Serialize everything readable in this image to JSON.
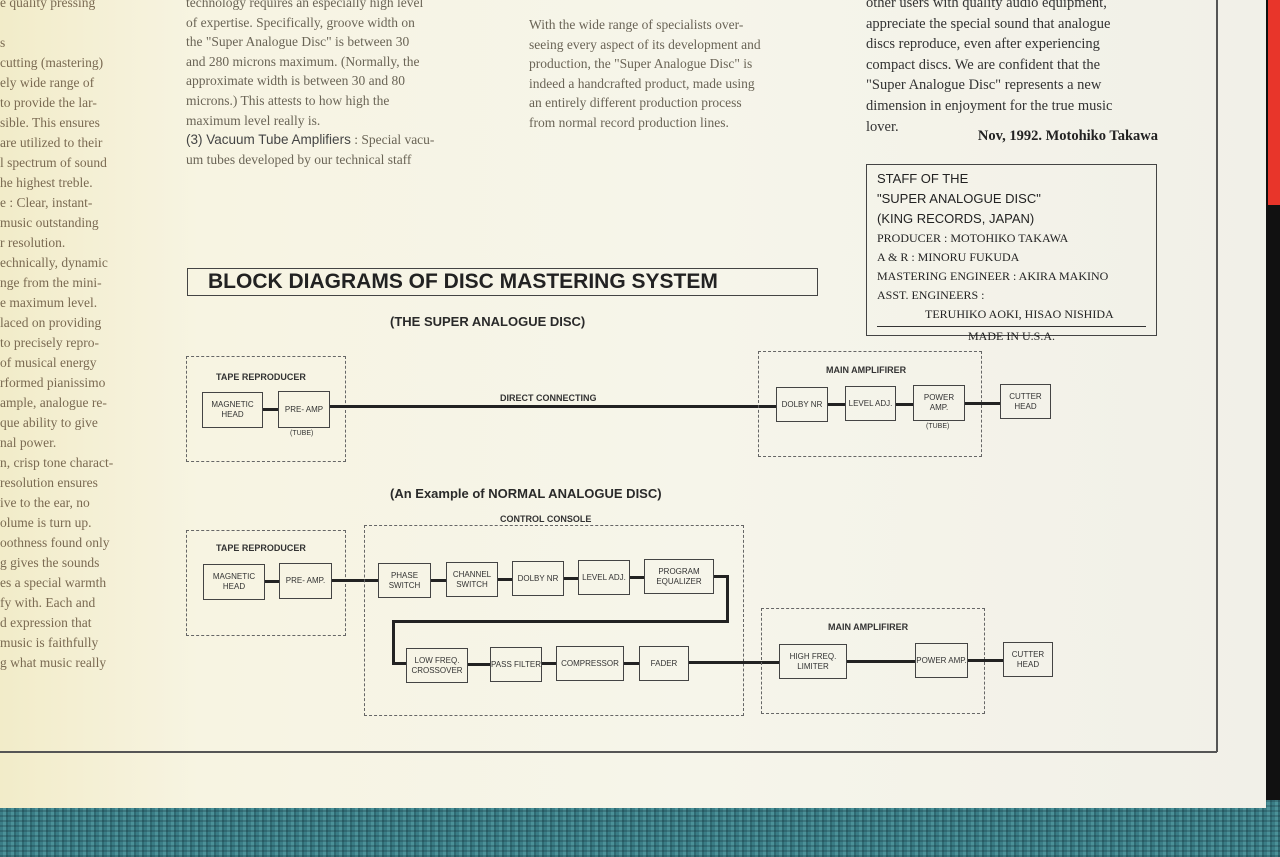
{
  "column1": [
    "e quality pressing",
    "",
    "s",
    "cutting (mastering)",
    "ely wide range of",
    "to provide the lar-",
    "sible. This ensures",
    "are utilized to their",
    "l spectrum of sound",
    "he highest treble.",
    "e : Clear, instant-",
    "music outstanding",
    "r resolution.",
    "echnically, dynamic",
    "nge from the mini-",
    "e maximum level.",
    "laced on providing",
    "to precisely repro-",
    "of musical energy",
    "rformed pianissimo",
    "ample, analogue re-",
    "que ability to give",
    "nal power.",
    "n, crisp tone charact-",
    "resolution ensures",
    "ive to the ear, no",
    "olume is turn up.",
    "oothness found only",
    "g gives the sounds",
    "es a special warmth",
    "fy with. Each and",
    "d expression that",
    "music is faithfully",
    "g what music really"
  ],
  "column2": [
    "technology requires an especially high level",
    "of expertise. Specifically, groove width on",
    "the \"Super Analogue Disc\" is between 30",
    "and 280 microns maximum. (Normally, the",
    "approximate width is between 30 and 80",
    "microns.) This attests to how high the",
    "maximum level really is."
  ],
  "column2_heading": "(3) Vacuum Tube Amplifiers",
  "column2_after": [
    ": Special vacu-",
    "um tubes developed by our technical staff"
  ],
  "column3": [
    "With the wide range of specialists over-",
    "seeing every aspect of its development and",
    "production, the \"Super Analogue Disc\" is",
    "indeed a handcrafted product, made using",
    "an entirely different production process",
    "from normal record production lines."
  ],
  "column4": [
    "other users with quality audio equipment,",
    "appreciate the special sound that analogue",
    "discs reproduce, even after experiencing",
    "compact discs. We are confident that the",
    "\"Super Analogue Disc\" represents a new",
    "dimension in enjoyment for the true music",
    "lover."
  ],
  "signature": "Nov, 1992. Motohiko Takawa",
  "staff": {
    "h1": "STAFF OF THE",
    "h2": "\"SUPER ANALOGUE DISC\"",
    "h3": "(KING RECORDS, JAPAN)",
    "lines": [
      "PRODUCER : MOTOHIKO TAKAWA",
      "A & R : MINORU FUKUDA",
      "MASTERING ENGINEER : AKIRA MAKINO",
      "ASST. ENGINEERS :",
      "TERUHIKO AOKI, HISAO NISHIDA"
    ],
    "made_in": "MADE IN U.S.A."
  },
  "diagram_title": "BLOCK DIAGRAMS OF DISC MASTERING SYSTEM",
  "super": {
    "subtitle": "(THE SUPER ANALOGUE DISC)",
    "tape_group": "TAPE REPRODUCER",
    "magnetic_head": "MAGNETIC HEAD",
    "pre_amp": "PRE- AMP",
    "tube1": "(TUBE)",
    "direct": "DIRECT CONNECTING",
    "main_group": "MAIN AMPLIFIRER",
    "dolby": "DOLBY NR",
    "level": "LEVEL ADJ.",
    "power": "POWER AMP.",
    "tube2": "(TUBE)",
    "cutter": "CUTTER HEAD"
  },
  "normal": {
    "subtitle": "(An Example of NORMAL ANALOGUE DISC)",
    "tape_group": "TAPE REPRODUCER",
    "magnetic_head": "MAGNETIC HEAD",
    "pre_amp": "PRE- AMP.",
    "console_group": "CONTROL CONSOLE",
    "phase": "PHASE SWITCH",
    "channel": "CHANNEL SWITCH",
    "dolby": "DOLBY NR",
    "level": "LEVEL ADJ.",
    "equalizer": "PROGRAM EQUALIZER",
    "crossover": "LOW FREQ. CROSSOVER",
    "pass": "PASS FILTER",
    "compressor": "COMPRESSOR",
    "fader": "FADER",
    "main_group": "MAIN AMPLIFIRER",
    "limiter": "HIGH FREQ. LIMITER",
    "power": "POWER AMP.",
    "cutter": "CUTTER HEAD"
  }
}
